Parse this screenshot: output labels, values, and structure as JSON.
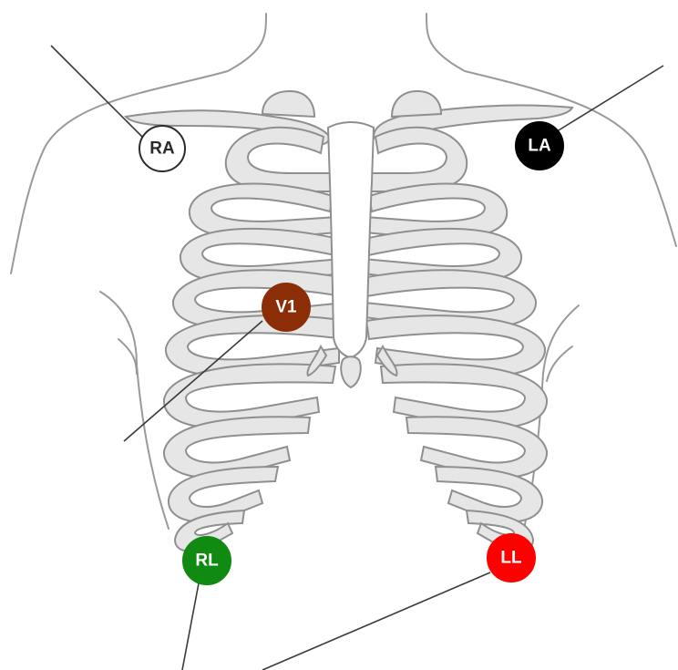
{
  "electrodes": [
    {
      "id": "ra",
      "label": "RA",
      "fill": "#ffffff",
      "stroke": "#2b2b2b",
      "text_color": "#2b2b2b"
    },
    {
      "id": "la",
      "label": "LA",
      "fill": "#000000",
      "stroke": "#000000",
      "text_color": "#ffffff"
    },
    {
      "id": "v1",
      "label": "V1",
      "fill": "#8b2e08",
      "stroke": "#8b2e08",
      "text_color": "#ffffff"
    },
    {
      "id": "rl",
      "label": "RL",
      "fill": "#108a10",
      "stroke": "#108a10",
      "text_color": "#ffffff"
    },
    {
      "id": "ll",
      "label": "LL",
      "fill": "#ff0000",
      "stroke": "#ff0000",
      "text_color": "#ffffff"
    }
  ]
}
